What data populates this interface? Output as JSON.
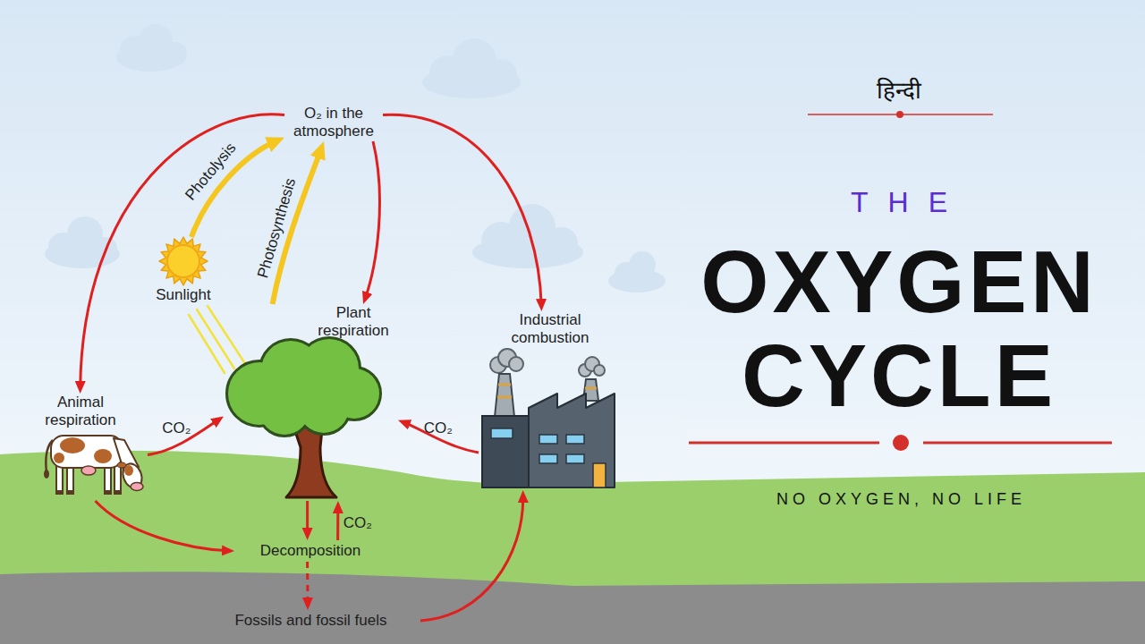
{
  "diagram": {
    "title": "OXYGEN CYCLE",
    "nodes": [
      {
        "text": [
          "O₂ in the atmosphere"
        ]
      },
      {
        "text": [
          "Sunlight"
        ]
      },
      {
        "text": [
          "Plant respiration"
        ]
      },
      {
        "text": [
          "Industrial combustion"
        ]
      },
      {
        "text": [
          "Animal respiration"
        ]
      },
      {
        "text": [
          "Decomposition"
        ]
      },
      {
        "text": [
          "Fossils and fossil fuels"
        ]
      }
    ],
    "edges": [
      {
        "from": 0,
        "to": 4,
        "arrow": "to"
      },
      {
        "from": 0,
        "to": 2,
        "arrow": "to"
      },
      {
        "from": 0,
        "to": 3,
        "arrow": "to"
      },
      {
        "from": 1,
        "to": 0,
        "label": "Photolysis",
        "arrow": "to"
      },
      {
        "from": 2,
        "to": 0,
        "label": "Photosynthesis",
        "arrow": "to"
      },
      {
        "from": 4,
        "to": 2,
        "label": "CO₂",
        "arrow": "to"
      },
      {
        "from": 3,
        "to": 2,
        "label": "CO₂",
        "arrow": "to"
      },
      {
        "from": 4,
        "to": 5,
        "arrow": "to"
      },
      {
        "from": 2,
        "to": 5,
        "arrow": "to"
      },
      {
        "from": 5,
        "to": 2,
        "label": "CO₂",
        "arrow": "to"
      },
      {
        "from": 5,
        "to": 6,
        "arrow": "to"
      },
      {
        "from": 6,
        "to": 3,
        "arrow": "to"
      }
    ],
    "labels": [
      "हिन्दी",
      "THE",
      "NO OXYGEN, NO LIFE"
    ]
  }
}
